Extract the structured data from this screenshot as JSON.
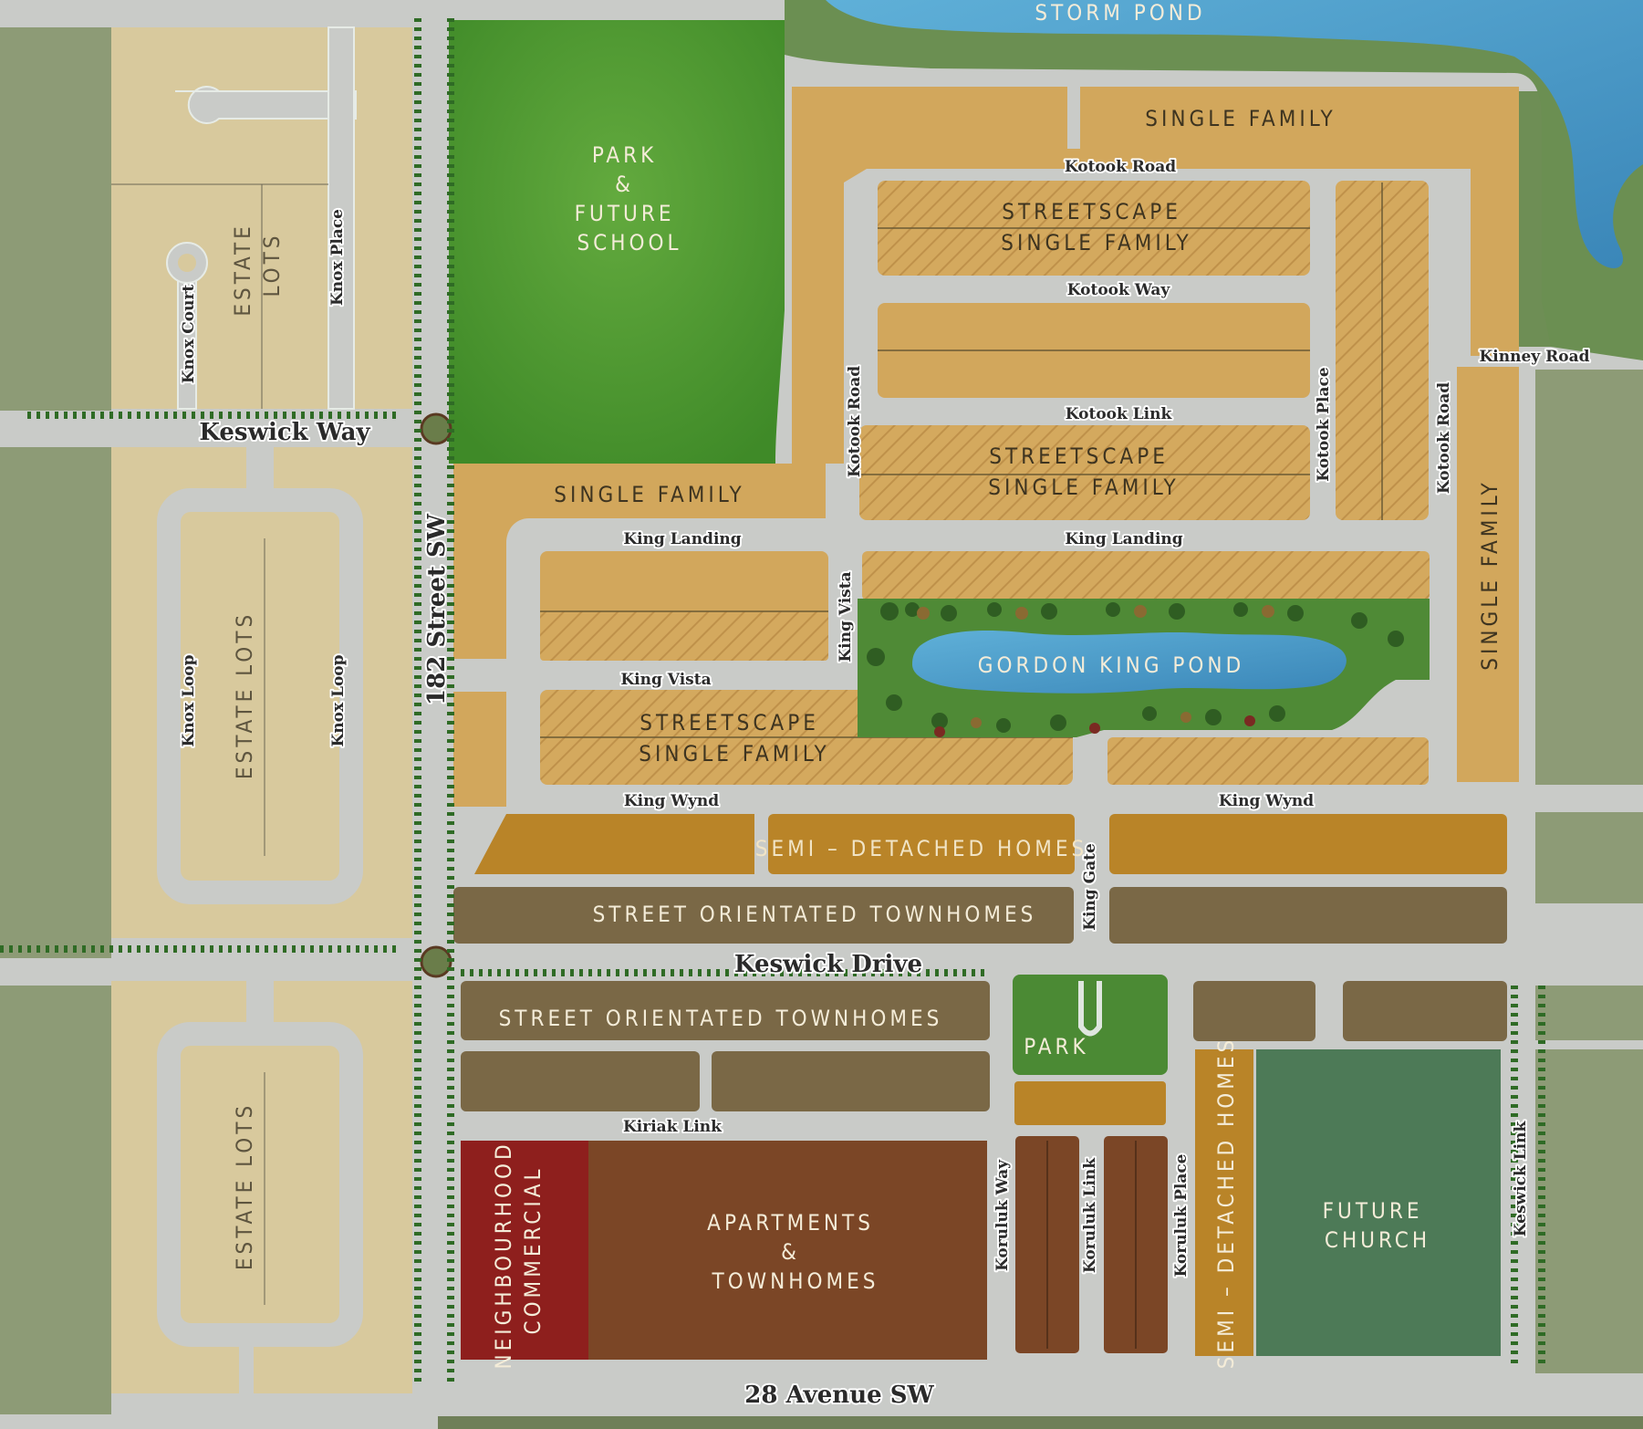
{
  "water": {
    "storm_pond": "STORM POND",
    "gordon_king_pond": "GORDON KING POND"
  },
  "parcels": {
    "park_future_school": [
      "PARK",
      "&",
      "FUTURE",
      "SCHOOL"
    ],
    "single_family_north": "SINGLE FAMILY",
    "streetscape_1": [
      "STREETSCAPE",
      "SINGLE FAMILY"
    ],
    "streetscape_2": [
      "STREETSCAPE",
      "SINGLE FAMILY"
    ],
    "streetscape_3": [
      "STREETSCAPE",
      "SINGLE FAMILY"
    ],
    "single_family_west": "SINGLE FAMILY",
    "single_family_east": "SINGLE FAMILY",
    "estate_lots_north": [
      "ESTATE",
      "LOTS"
    ],
    "estate_lots_mid": "ESTATE LOTS",
    "estate_lots_south": "ESTATE LOTS",
    "semi_detached_north": "SEMI – DETACHED HOMES",
    "semi_detached_south": "SEMI – DETACHED HOMES",
    "townhomes_north": "STREET ORIENTATED TOWNHOMES",
    "townhomes_south": "STREET ORIENTATED TOWNHOMES",
    "park": "PARK",
    "neighbourhood_commercial": [
      "NEIGHBOURHOOD",
      "COMMERCIAL"
    ],
    "apartments": [
      "APARTMENTS",
      "&",
      "TOWNHOMES"
    ],
    "future_church": [
      "FUTURE",
      "CHURCH"
    ]
  },
  "streets": {
    "keswick_way": "Keswick Way",
    "street_182": "182 Street SW",
    "keswick_drive": "Keswick Drive",
    "avenue_28": "28 Avenue SW",
    "kotook_road_top": "Kotook Road",
    "kotook_way": "Kotook Way",
    "kotook_link": "Kotook Link",
    "kotook_road_west": "Kotook Road",
    "kotook_place": "Kotook Place",
    "kotook_road_east": "Kotook Road",
    "kinney_road": "Kinney Road",
    "king_landing_west": "King Landing",
    "king_landing_east": "King Landing",
    "king_vista_h": "King Vista",
    "king_vista_v": "King Vista",
    "king_wynd_west": "King Wynd",
    "king_wynd_east": "King Wynd",
    "king_gate": "King Gate",
    "knox_court": "Knox Court",
    "knox_place": "Knox Place",
    "knox_loop_west": "Knox Loop",
    "knox_loop_east": "Knox Loop",
    "kiriak_link": "Kiriak Link",
    "koruluk_way": "Koruluk Way",
    "koruluk_link": "Koruluk Link",
    "koruluk_place": "Koruluk Place",
    "keswick_link": "Keswick Link"
  },
  "colors": {
    "road": "#cfd1cf",
    "single_family": "#d2a75c",
    "estate": "#d9c89b",
    "semi_detached": "#b98428",
    "townhomes": "#7a6846",
    "apartments": "#7b4626",
    "commercial": "#8e1f1d",
    "church": "#4d7a57",
    "park": "#4e9a2f",
    "water": "#4a96c4",
    "field": "#8a9a72"
  }
}
